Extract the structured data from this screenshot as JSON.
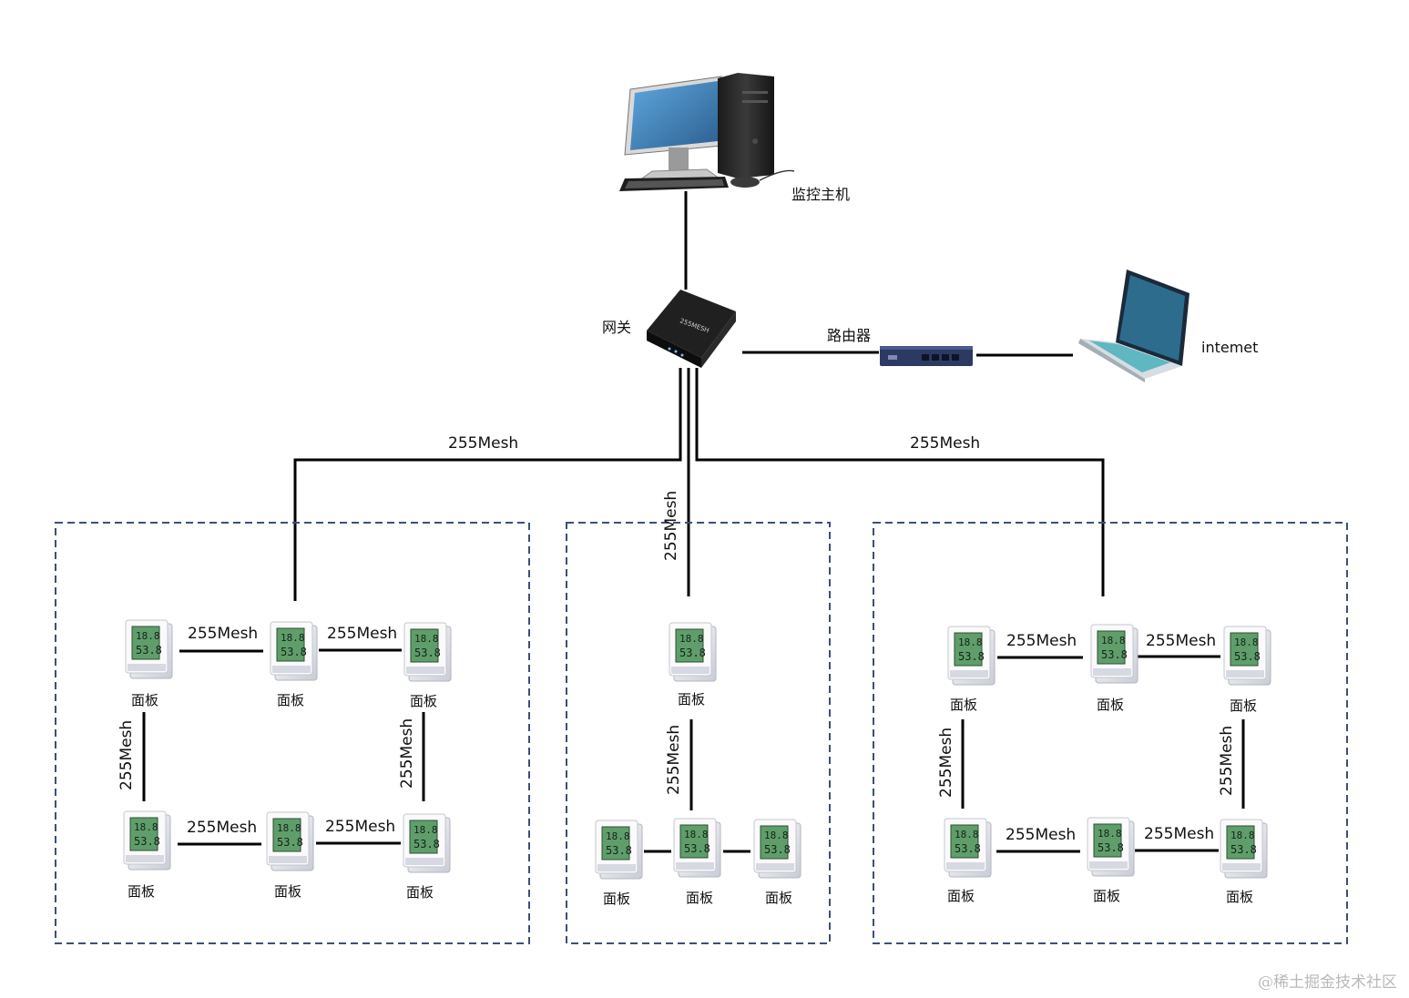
{
  "pc": {
    "label": "监控主机"
  },
  "gateway": {
    "label": "网关",
    "brand": "255MESH"
  },
  "router": {
    "label": "路由器"
  },
  "laptop": {
    "label": "intemet"
  },
  "uplinks": {
    "left": "255Mesh",
    "center": "255Mesh",
    "right": "255Mesh"
  },
  "groups": [
    {
      "nodes": [
        "面板",
        "面板",
        "面板",
        "面板",
        "面板",
        "面板"
      ],
      "links": [
        "255Mesh",
        "255Mesh",
        "255Mesh",
        "255Mesh",
        "255Mesh",
        "255Mesh"
      ]
    },
    {
      "nodes": [
        "面板",
        "面板",
        "面板",
        "面板"
      ],
      "links": [
        "255Mesh"
      ]
    },
    {
      "nodes": [
        "面板",
        "面板",
        "面板",
        "面板",
        "面板",
        "面板"
      ],
      "links": [
        "255Mesh",
        "255Mesh",
        "255Mesh",
        "255Mesh",
        "255Mesh",
        "255Mesh"
      ]
    }
  ],
  "sensor_readings": {
    "top": "18.8",
    "bottom": "53.8"
  },
  "watermark": "@稀土掘金技术社区",
  "colors": {
    "line": "#000000",
    "box": "#3c4f78",
    "screen": "#4a90c8",
    "lcd": "#6fb27a"
  }
}
